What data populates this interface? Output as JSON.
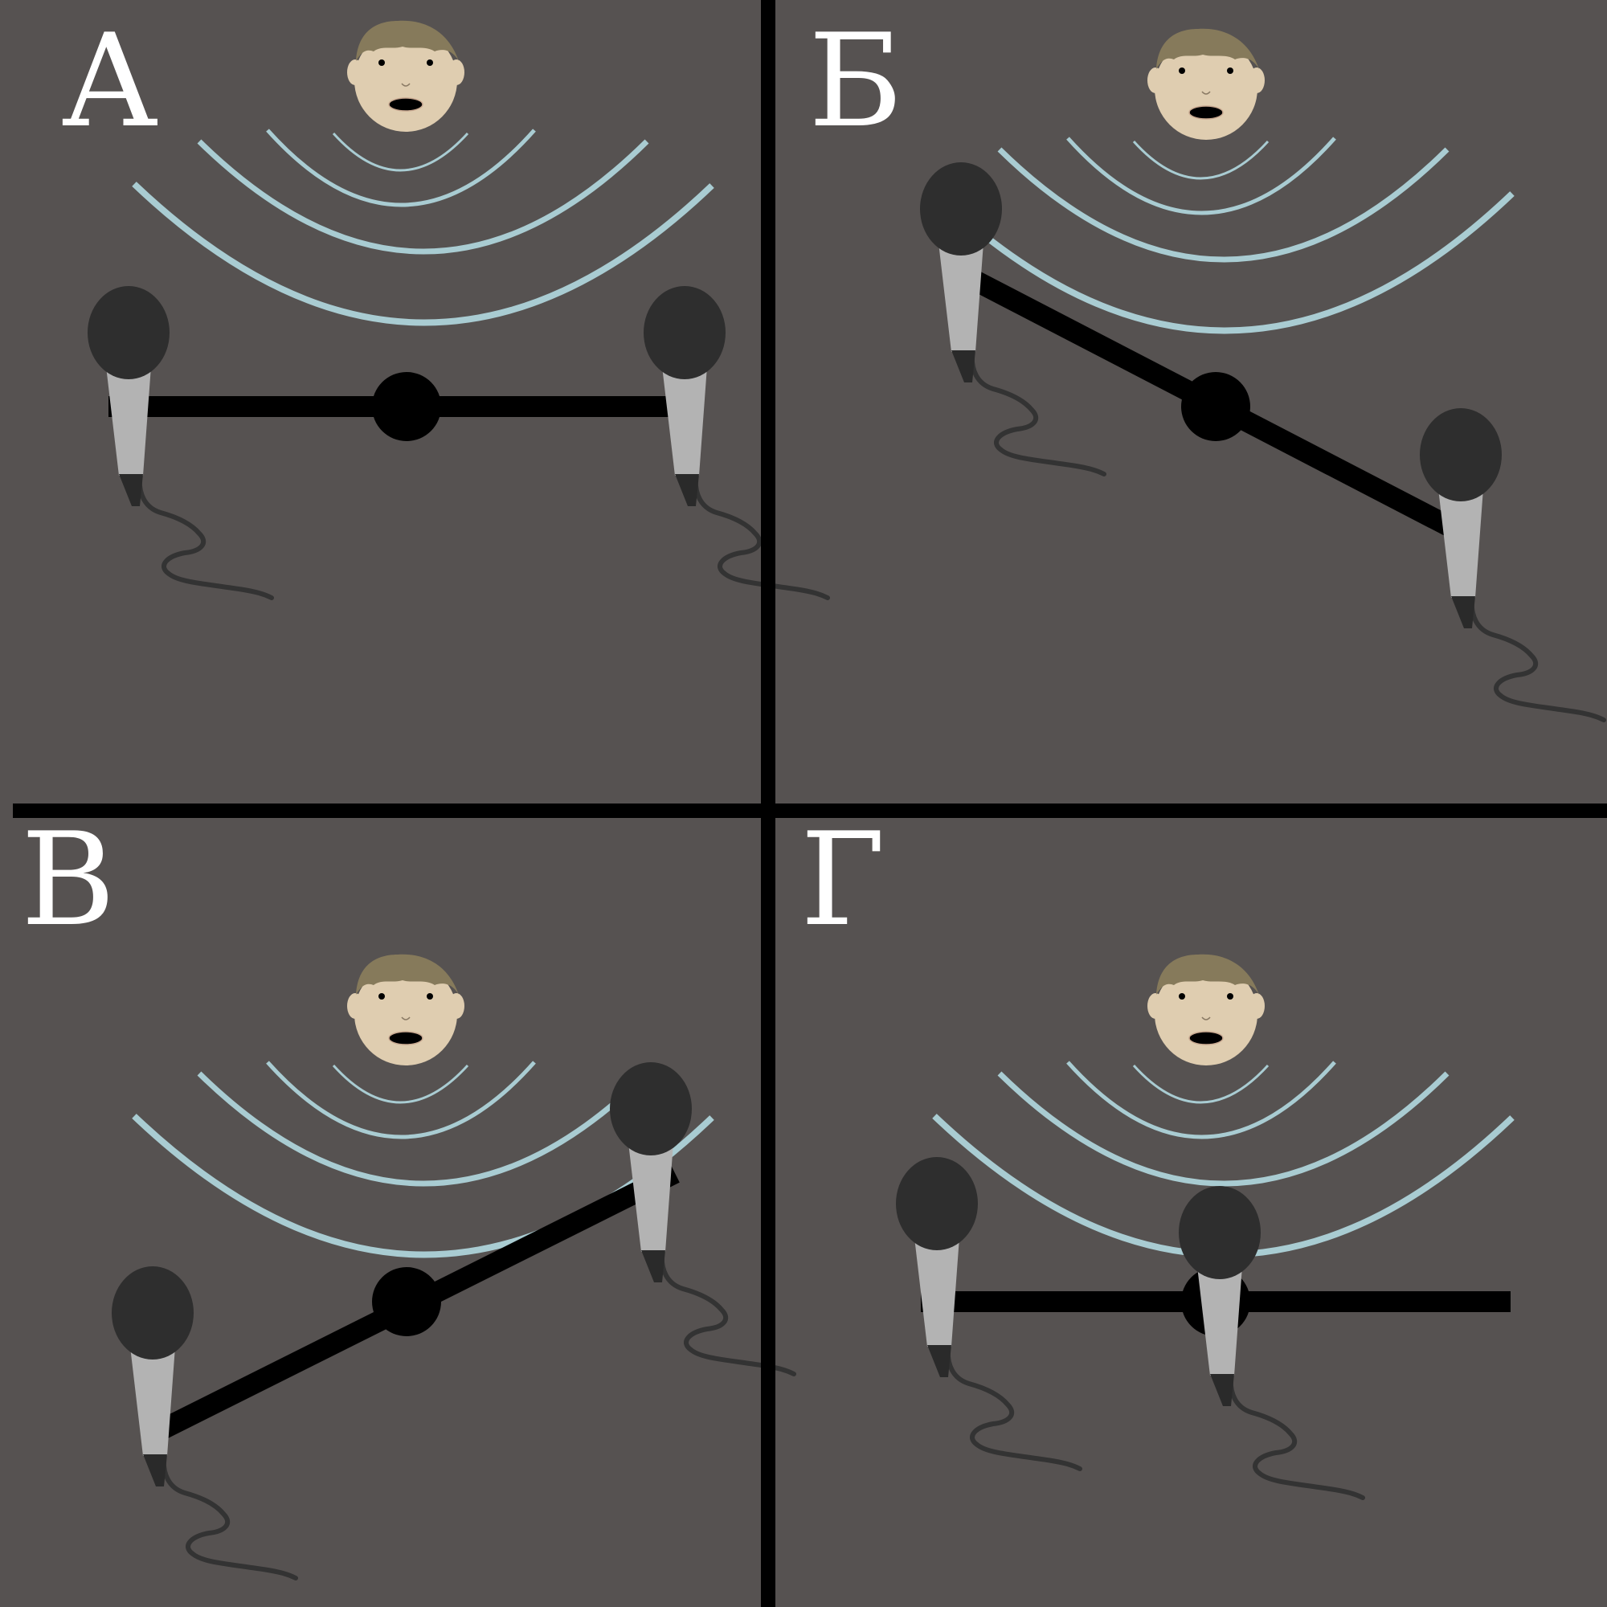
{
  "colors": {
    "background": "#565251",
    "divider": "#000000",
    "wave": "#a9ccd2",
    "bar": "#000000",
    "mic_head": "#2e2e2e",
    "mic_body": "#b3b3b3",
    "mic_grip": "#2a2a2a",
    "cable": "#333333",
    "skin": "#dfcdb0",
    "hair": "#867a5b",
    "mouth": "#000000",
    "letter": "#ffffff"
  },
  "panels": [
    {
      "label": "А",
      "arrangement": "horizontal-spaced"
    },
    {
      "label": "Б",
      "arrangement": "diagonal-down"
    },
    {
      "label": "В",
      "arrangement": "diagonal-up"
    },
    {
      "label": "Г",
      "arrangement": "horizontal-close"
    }
  ],
  "icons": {
    "speaker": "speaker-face-icon",
    "microphone": "microphone-icon",
    "sound_waves": "sound-waves-icon",
    "stereo_bar": "stereo-bar-icon"
  }
}
